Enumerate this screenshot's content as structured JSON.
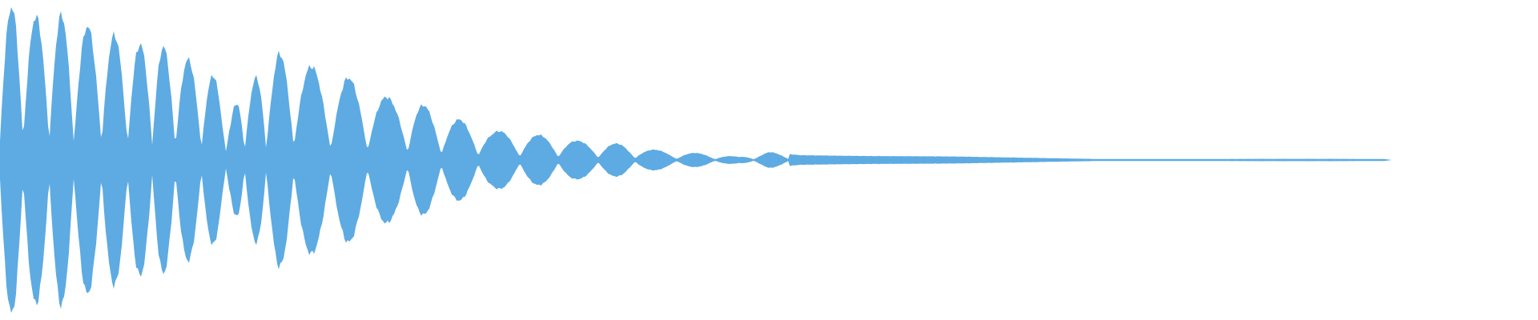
{
  "waveform": {
    "color": "#5dabe2",
    "background": "#ffffff",
    "baseline_amplitude": 0.5,
    "envelope": [
      [
        0.0,
        0.99
      ],
      [
        0.002,
        0.98
      ],
      [
        0.006,
        0.95
      ],
      [
        0.01,
        0.97
      ],
      [
        0.018,
        0.92
      ],
      [
        0.025,
        0.89
      ],
      [
        0.04,
        0.91
      ],
      [
        0.05,
        0.85
      ],
      [
        0.06,
        0.83
      ],
      [
        0.075,
        0.78
      ],
      [
        0.09,
        0.72
      ],
      [
        0.1,
        0.75
      ],
      [
        0.115,
        0.65
      ],
      [
        0.125,
        0.62
      ],
      [
        0.14,
        0.52
      ],
      [
        0.15,
        0.3
      ],
      [
        0.158,
        0.43
      ],
      [
        0.165,
        0.5
      ],
      [
        0.18,
        0.67
      ],
      [
        0.19,
        0.64
      ],
      [
        0.2,
        0.6
      ],
      [
        0.215,
        0.52
      ],
      [
        0.225,
        0.52
      ],
      [
        0.235,
        0.48
      ],
      [
        0.245,
        0.42
      ],
      [
        0.255,
        0.38
      ],
      [
        0.27,
        0.37
      ],
      [
        0.28,
        0.32
      ],
      [
        0.29,
        0.27
      ],
      [
        0.3,
        0.25
      ],
      [
        0.31,
        0.22
      ],
      [
        0.32,
        0.18
      ],
      [
        0.33,
        0.18
      ],
      [
        0.345,
        0.16
      ],
      [
        0.36,
        0.15
      ],
      [
        0.375,
        0.12
      ],
      [
        0.39,
        0.11
      ],
      [
        0.405,
        0.1
      ],
      [
        0.42,
        0.07
      ],
      [
        0.44,
        0.05
      ],
      [
        0.46,
        0.04
      ],
      [
        0.48,
        0.02
      ],
      [
        0.5,
        0.05
      ],
      [
        0.52,
        0.03
      ],
      [
        0.56,
        0.025
      ],
      [
        0.62,
        0.022
      ],
      [
        0.68,
        0.012
      ],
      [
        0.715,
        0.006
      ],
      [
        0.76,
        0.006
      ],
      [
        0.82,
        0.007
      ],
      [
        0.87,
        0.007
      ],
      [
        0.9,
        0.006
      ],
      [
        0.905,
        0.0
      ]
    ],
    "oscillation_nodes": [
      0.0,
      0.015,
      0.032,
      0.048,
      0.066,
      0.083,
      0.099,
      0.114,
      0.131,
      0.147,
      0.159,
      0.173,
      0.191,
      0.215,
      0.239,
      0.265,
      0.287,
      0.311,
      0.338,
      0.363,
      0.389,
      0.413,
      0.44,
      0.465,
      0.49,
      0.513
    ]
  }
}
